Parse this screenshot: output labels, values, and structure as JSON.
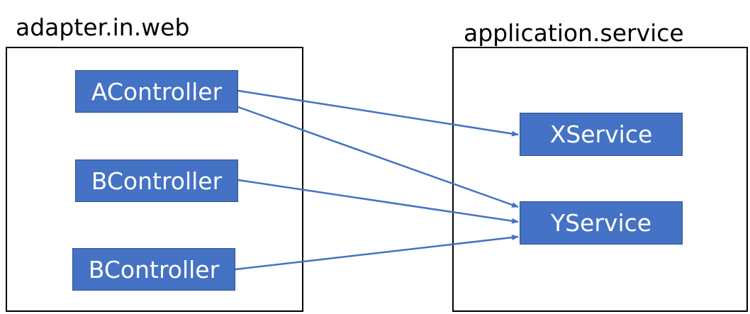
{
  "packages": {
    "left": {
      "label": "adapter.in.web"
    },
    "right": {
      "label": "application.service"
    }
  },
  "nodes": {
    "a_controller": "AController",
    "b_controller_1": "BController",
    "b_controller_2": "BController",
    "x_service": "XService",
    "y_service": "YService"
  },
  "edges": [
    {
      "from": "AController",
      "to": "XService"
    },
    {
      "from": "AController",
      "to": "YService"
    },
    {
      "from": "BController",
      "to": "YService"
    },
    {
      "from": "BController",
      "to": "YService"
    }
  ],
  "colors": {
    "node_fill": "#4472c4",
    "node_border": "#2f528f",
    "node_text": "#ffffff",
    "arrow": "#4472c4",
    "package_border": "#000000"
  }
}
